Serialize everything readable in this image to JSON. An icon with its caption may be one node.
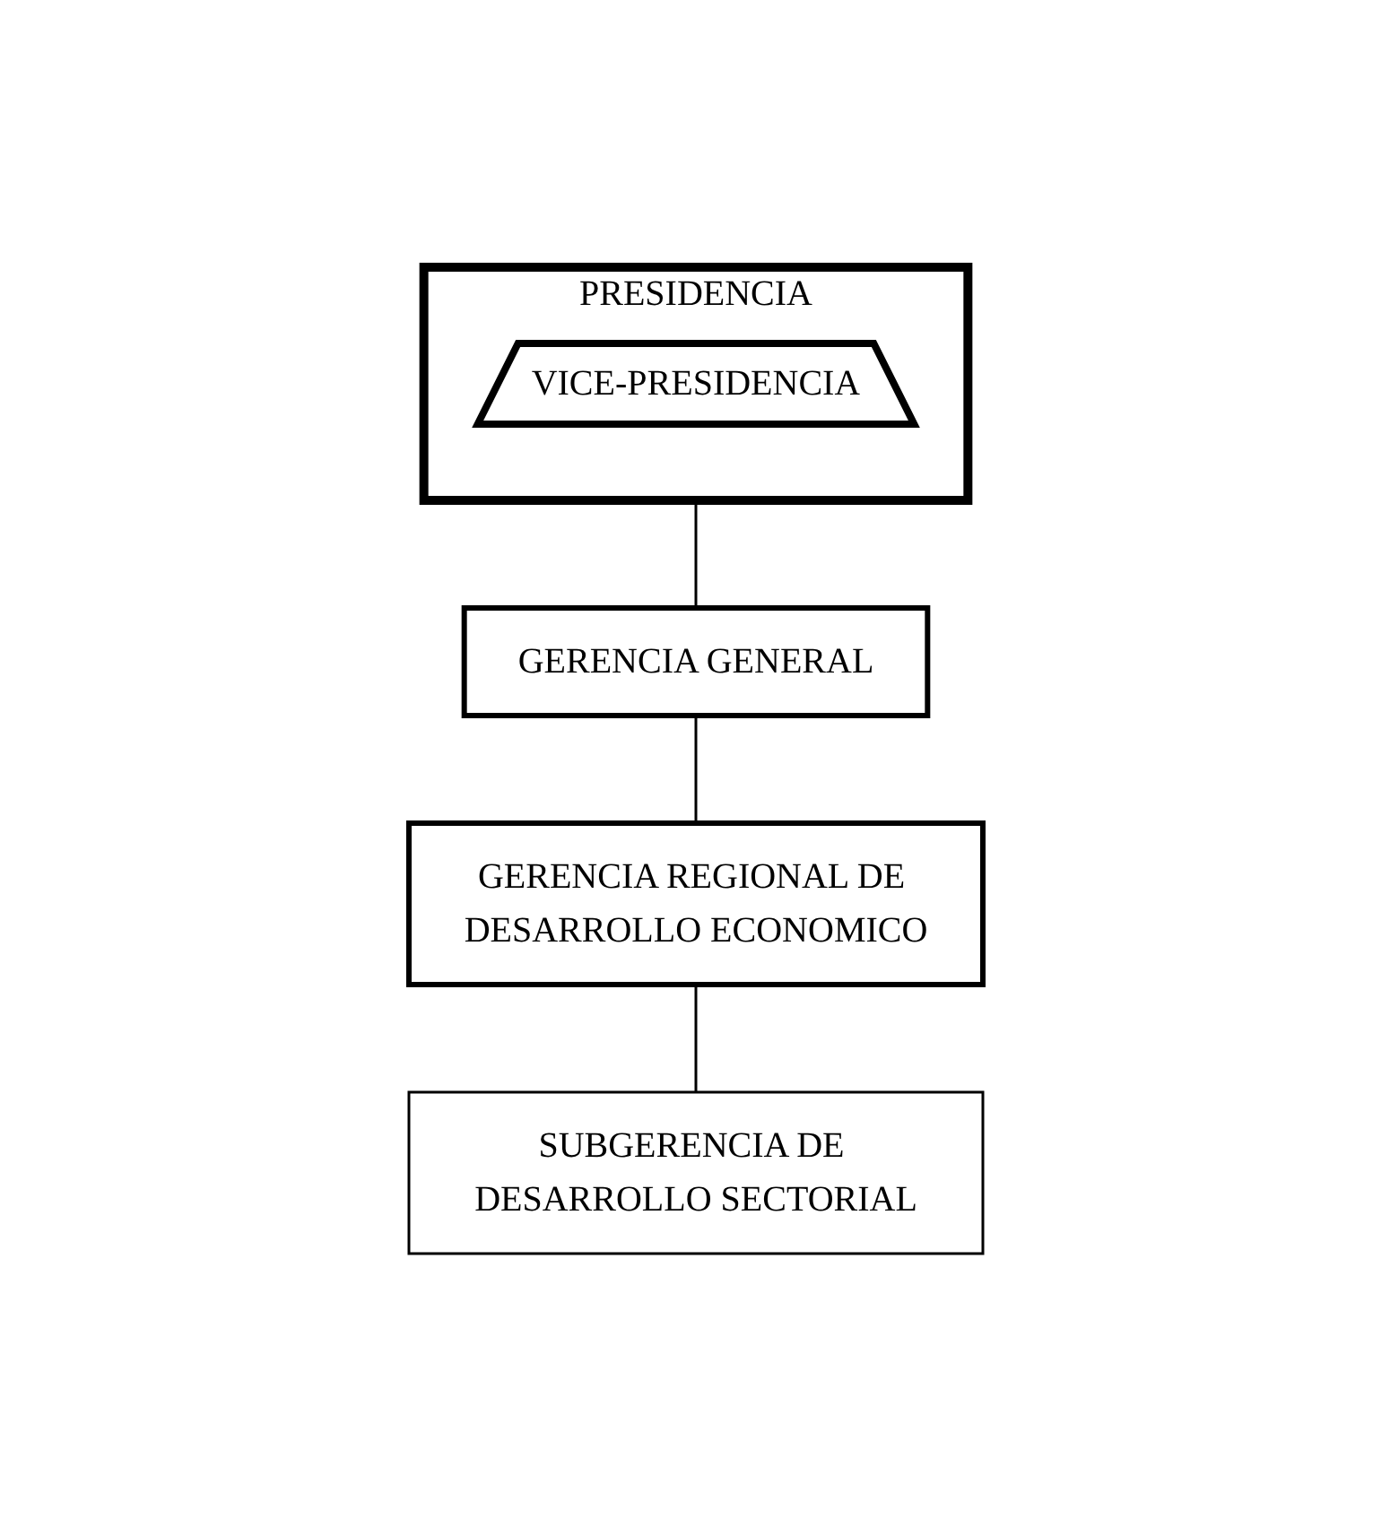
{
  "diagram": {
    "nodes": [
      {
        "text": [
          "PRESIDENCIA"
        ]
      },
      {
        "text": [
          "VICE-PRESIDENCIA"
        ],
        "in": 0
      },
      {
        "text": [
          "GERENCIA GENERAL"
        ]
      },
      {
        "text": [
          "GERENCIA REGIONAL DE DESARROLLO ECONOMICO"
        ]
      },
      {
        "text": [
          "SUBGERENCIA DE DESARROLLO SECTORIAL"
        ]
      }
    ],
    "edges": [
      {
        "from": 0,
        "to": 2,
        "arrow": "none"
      },
      {
        "from": 2,
        "to": 3,
        "arrow": "none"
      },
      {
        "from": 3,
        "to": 4,
        "arrow": "none"
      }
    ]
  }
}
